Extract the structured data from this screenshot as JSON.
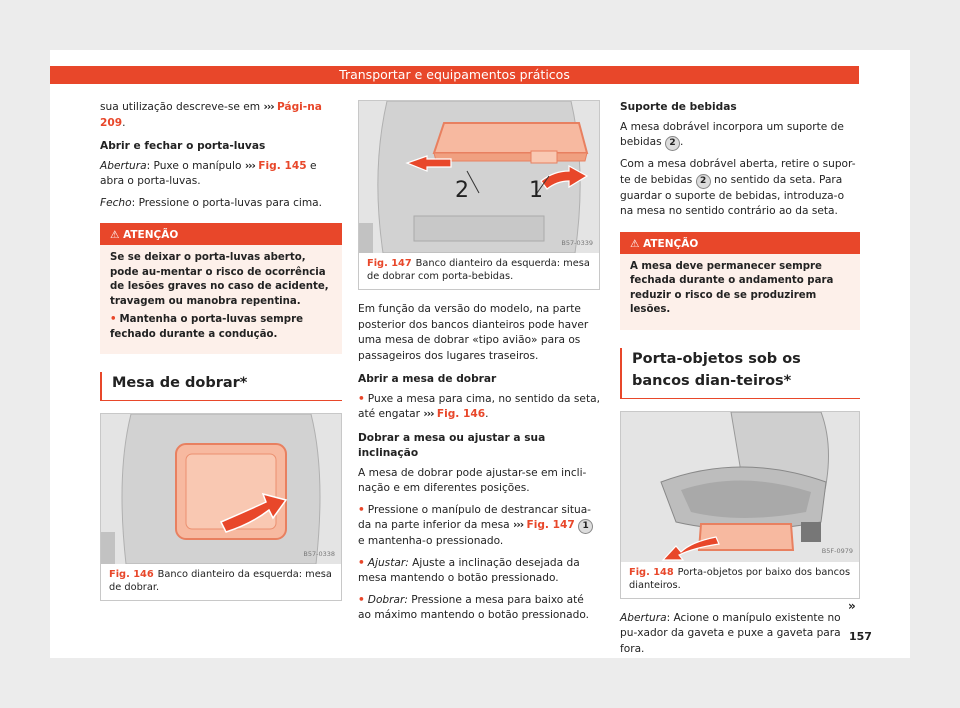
{
  "header": {
    "title": "Transportar e equipamentos práticos"
  },
  "col1": {
    "intro_text": "sua utilização descreve-se em",
    "intro_arrow": "›››",
    "intro_ref": "Pági-na 209",
    "intro_end": ".",
    "h_open": "Abrir e fechar o porta-luvas",
    "open_label": "Abertura",
    "open_text": ": Puxe o manípulo",
    "open_arrow": "›››",
    "open_ref": "Fig. 145",
    "open_end": "e abra o porta-luvas.",
    "close_label": "Fecho",
    "close_text": ": Pressione o porta-luvas para cima.",
    "warn_title": "ATENÇÃO",
    "warn_p1": "Se se deixar o porta-luvas aberto, pode au-mentar o risco de ocorrência de lesões graves no caso de acidente, travagem ou manobra repentina.",
    "warn_bullet": "Mantenha o porta-luvas sempre fechado durante a condução.",
    "section_title": "Mesa de dobrar*",
    "fig146_code": "B57-0338",
    "fig146_num": "Fig. 146",
    "fig146_cap": "Banco dianteiro da esquerda: mesa de dobrar."
  },
  "col2": {
    "fig147_code": "B57-0339",
    "fig147_num": "Fig. 147",
    "fig147_cap": "Banco dianteiro da esquerda: mesa de dobrar com porta-bebidas.",
    "fig147_label1": "1",
    "fig147_label2": "2",
    "p1": "Em função da versão do modelo, na parte posterior dos bancos dianteiros pode haver uma mesa de dobrar «tipo avião» para os passageiros dos lugares traseiros.",
    "h_open": "Abrir a mesa de dobrar",
    "open_bullet": "Puxe a mesa para cima, no sentido da seta, até engatar",
    "open_arrow": "›››",
    "open_ref": "Fig. 146",
    "open_end": ".",
    "h_adjust": "Dobrar a mesa ou ajustar a sua inclinação",
    "adjust_p": "A mesa de dobrar pode ajustar-se em incli-nação e em diferentes posições.",
    "b1_text": "Pressione o manípulo de destrancar situa-da na parte inferior da mesa",
    "b1_arrow": "›››",
    "b1_ref": "Fig. 147",
    "b1_circ": "1",
    "b1_end": "e mantenha-o pressionado.",
    "b2_label": "Ajustar:",
    "b2_text": "Ajuste a inclinação desejada da mesa mantendo o botão pressionado.",
    "b3_label": "Dobrar:",
    "b3_text": "Pressione a mesa para baixo até ao máximo mantendo o botão pressionado."
  },
  "col3": {
    "h_holder": "Suporte de bebidas",
    "holder_p1": "A mesa dobrável incorpora um suporte de bebidas",
    "holder_p1_circ": "2",
    "holder_p1_end": ".",
    "holder_p2_a": "Com a mesa dobrável aberta, retire o supor-te de bebidas",
    "holder_p2_circ": "2",
    "holder_p2_b": "no sentido da seta. Para guardar o suporte de bebidas, introduza-o na mesa no sentido contrário ao da seta.",
    "warn_title": "ATENÇÃO",
    "warn_text": "A mesa deve permanecer sempre fechada durante o andamento para reduzir o risco de se produzirem lesões.",
    "section_title": "Porta-objetos sob os bancos dian-teiros*",
    "fig148_code": "B5F-0979",
    "fig148_num": "Fig. 148",
    "fig148_cap": "Porta-objetos por baixo dos bancos dianteiros.",
    "open_label": "Abertura",
    "open_text": ": Acione o manípulo existente no pu-xador da gaveta e puxe a gaveta para fora."
  },
  "footer": {
    "continue_mark": "»",
    "page_number": "157"
  }
}
